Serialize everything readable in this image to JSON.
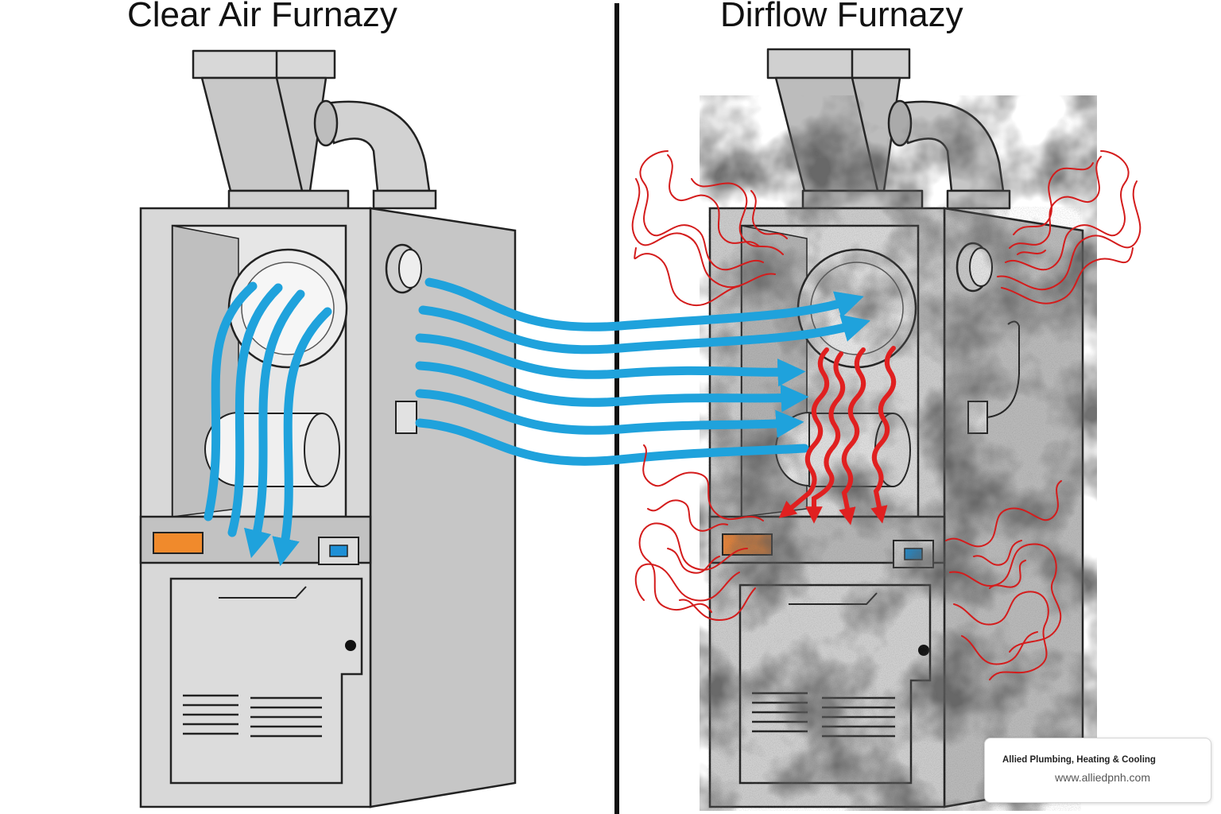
{
  "titles": {
    "left": "Clear Air Furnazy",
    "right": "Dirflow Furnazy"
  },
  "branding": {
    "name": "Allied Plumbing, Heating & Cooling",
    "url": "www.alliedpnh.com"
  },
  "colors": {
    "airflow_blue": "#1fa2dc",
    "heat_red": "#e02020",
    "furnace_gray": "#d4d4d4",
    "soot_dark": "#2a2a2a",
    "indicator_orange": "#f08a2c",
    "indicator_blue": "#1d8fd6",
    "divider": "#111111"
  }
}
